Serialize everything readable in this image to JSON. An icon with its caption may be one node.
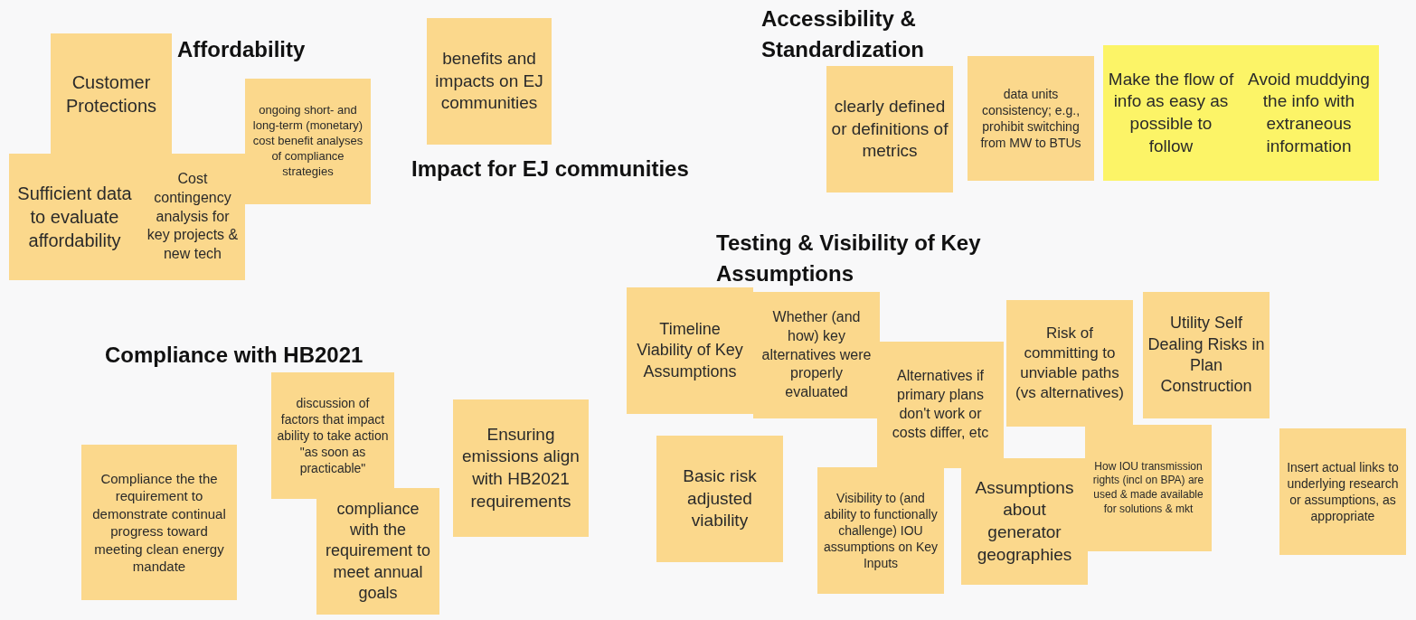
{
  "diagram": {
    "nodes": [
      {
        "text": [
          "Customer Protections"
        ]
      },
      {
        "text": [
          "benefits and impacts on EJ communities"
        ]
      },
      {
        "text": [
          "clearly defined or definitions of metrics"
        ]
      },
      {
        "text": [
          "data units consistency; e.g., prohibit switching from MW to BTUs"
        ]
      },
      {
        "text": [
          "Make the flow of info as easy as possible to follow"
        ]
      },
      {
        "text": [
          "Avoid muddying the info with extraneous information"
        ]
      },
      {
        "text": [
          "ongoing short- and long-term (monetary) cost benefit analyses of compliance strategies"
        ]
      },
      {
        "text": [
          "Sufficient data to evaluate affordability"
        ]
      },
      {
        "text": [
          "Cost contingency analysis for key projects & new tech"
        ]
      },
      {
        "text": [
          "Timeline Viability of Key Assumptions"
        ]
      },
      {
        "text": [
          "Whether (and how) key alternatives were properly evaluated"
        ]
      },
      {
        "text": [
          "Utility Self Dealing Risks in Plan Construction"
        ]
      },
      {
        "text": [
          "Risk of committing to unviable paths (vs alternatives)"
        ]
      },
      {
        "text": [
          "Alternatives if primary plans don't work or costs differ, etc"
        ]
      },
      {
        "text": [
          "discussion of factors that impact ability to take action \"as soon as practicable\""
        ]
      },
      {
        "text": [
          "Ensuring emissions align with HB2021 requirements"
        ]
      },
      {
        "text": [
          "Insert actual links to underlying research or assumptions, as appropriate"
        ]
      },
      {
        "text": [
          "Basic risk adjusted viability"
        ]
      },
      {
        "text": [
          "How IOU transmission rights (incl on BPA) are used & made available for solutions & mkt"
        ]
      },
      {
        "text": [
          "Compliance the the requirement to demonstrate continual progress toward meeting clean energy mandate"
        ]
      },
      {
        "text": [
          "Visibility to (and ability to functionally challenge) IOU assumptions on Key Inputs"
        ]
      },
      {
        "text": [
          "Assumptions about generator geographies"
        ]
      },
      {
        "text": [
          "compliance with the requirement to meet annual goals"
        ]
      }
    ],
    "labels": [
      "Accessibility & Standardization",
      "Affordability",
      "Impact for EJ communities",
      "Testing & Visibility of Key Assumptions",
      "Compliance with HB2021"
    ]
  }
}
